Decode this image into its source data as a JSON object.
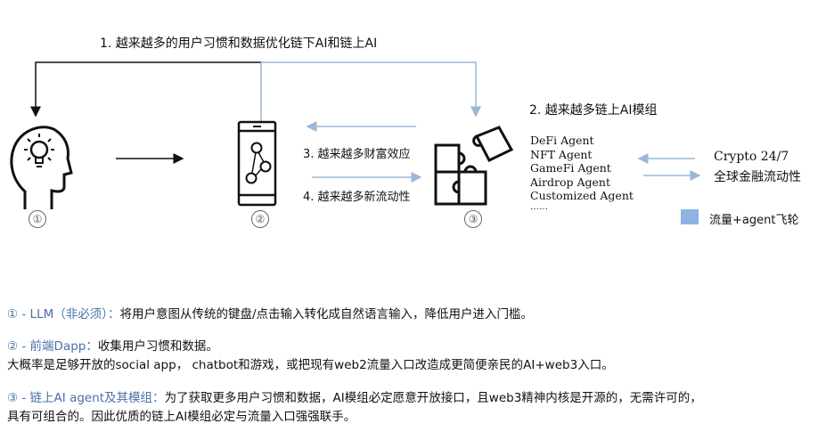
{
  "diagram": {
    "step1": "1. 越来越多的用户习惯和数据优化链下AI和链上AI",
    "step2": "2. 越来越多链上AI模组",
    "step3": "3. 越来越多财富效应",
    "step4": "4. 越来越多新流动性",
    "node_labels": [
      "①",
      "②",
      "③"
    ],
    "agents": [
      "DeFi Agent",
      "NFT Agent",
      "GameFi Agent",
      "Airdrop Agent",
      "Customized Agent",
      "……"
    ],
    "crypto_line1": "Crypto 24/7",
    "crypto_line2": "全球金融流动性",
    "legend_label": "流量+agent飞轮",
    "colors": {
      "flywheel": "#8db4e2",
      "accent_text": "#4a70a8"
    }
  },
  "notes": [
    {
      "prefix": "① - LLM（非必须）：",
      "text": "将用户意图从传统的键盘/点击输入转化成自然语言输入，降低用户进入门槛。"
    },
    {
      "prefix": "② - 前端Dapp：",
      "text": "收集用户习惯和数据。",
      "line2": "大概率是足够开放的social app， chatbot和游戏，或把现有web2流量入口改造成更简便亲民的AI+web3入口。"
    },
    {
      "prefix": "③ - 链上AI agent及其模组：",
      "text": "为了获取更多用户习惯和数据，AI模组必定愿意开放接口，且web3精神内核是开源的，无需许可的，",
      "line2": "具有可组合的。因此优质的链上AI模组必定与流量入口强强联手。"
    }
  ]
}
